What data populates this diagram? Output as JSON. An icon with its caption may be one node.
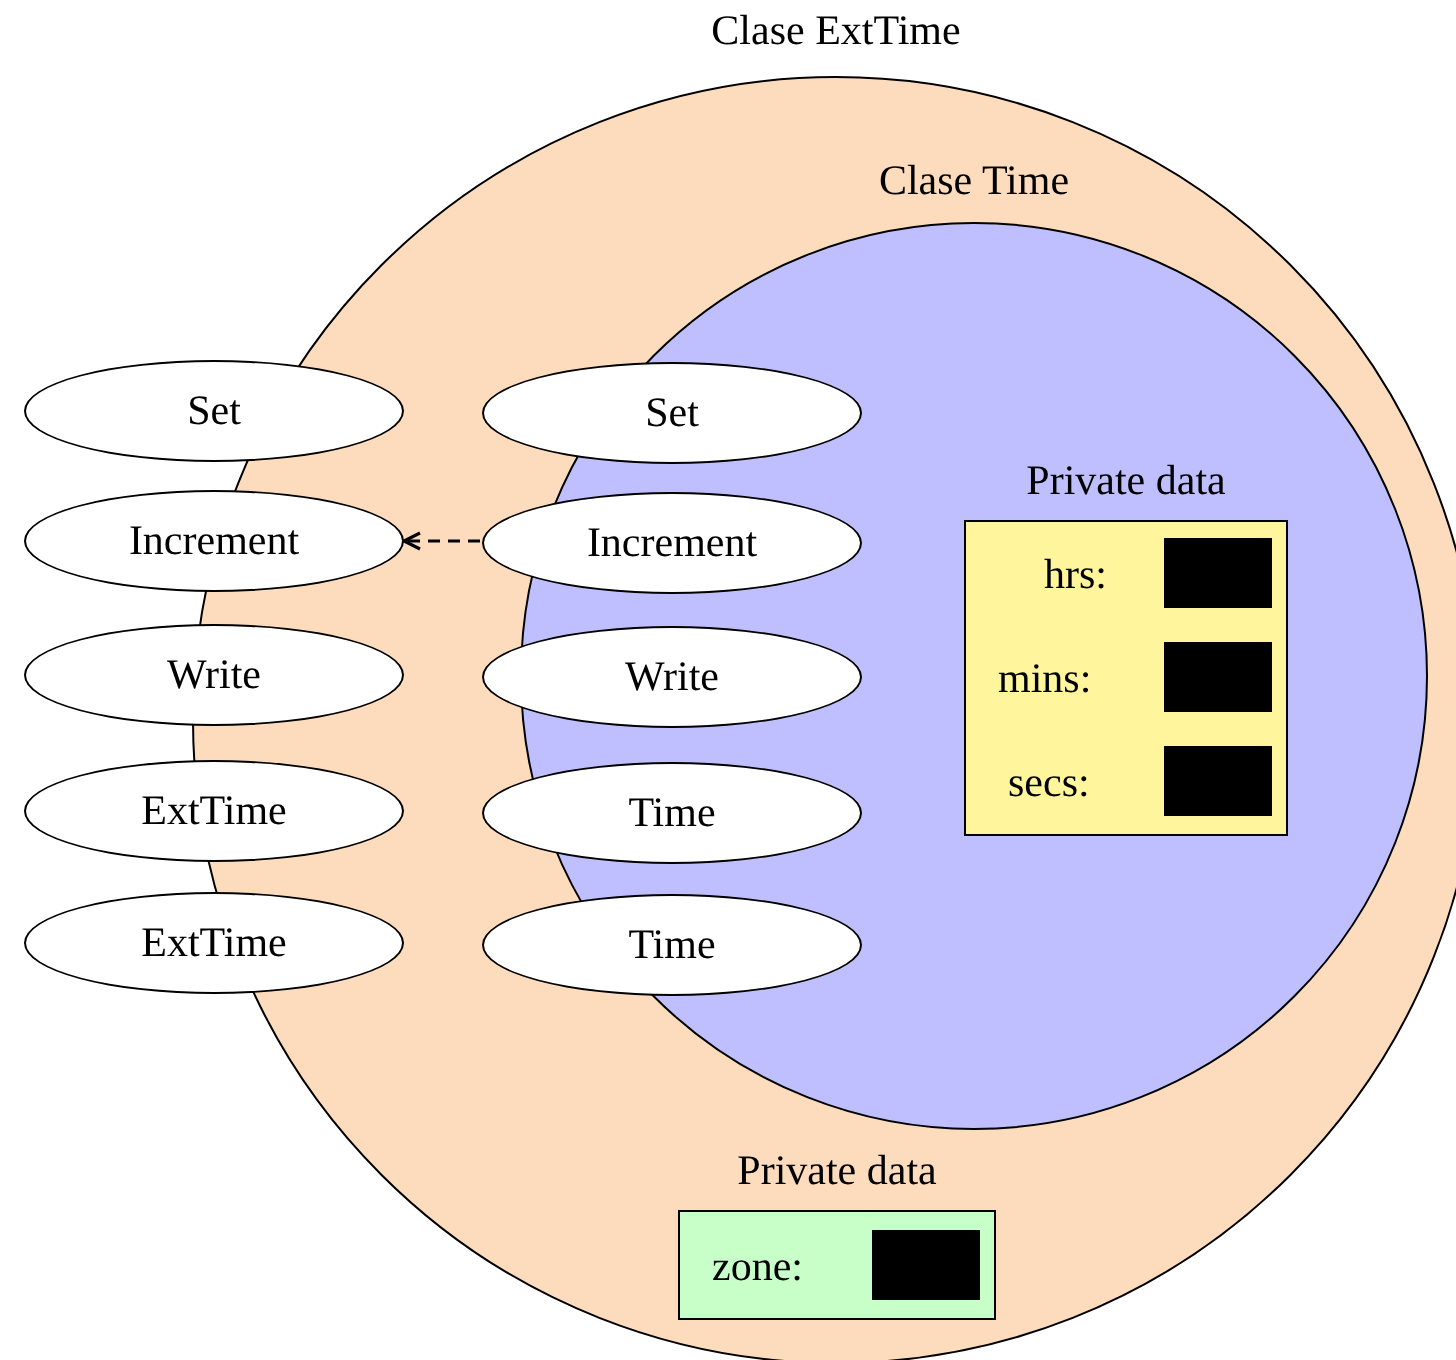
{
  "diagram": {
    "nodes": [
      {
        "text": [
          "Clase ExtTime"
        ]
      },
      {
        "text": [
          "Clase Time"
        ],
        "in": 0
      },
      {
        "text": [
          "Private data"
        ],
        "in": 1
      },
      {
        "text": [
          "Private data"
        ],
        "in": 0
      },
      {
        "text": [
          "Set"
        ]
      },
      {
        "text": [
          "Set"
        ],
        "in": 0
      },
      {
        "text": [
          "Increment"
        ]
      },
      {
        "text": [
          "Increment"
        ],
        "in": 0
      },
      {
        "text": [
          "Write"
        ]
      },
      {
        "text": [
          "Write"
        ],
        "in": 0
      },
      {
        "text": [
          "ExtTime"
        ]
      },
      {
        "text": [
          "Time"
        ],
        "in": 0
      },
      {
        "text": [
          "ExtTime"
        ]
      },
      {
        "text": [
          "Time"
        ],
        "in": 0
      }
    ],
    "edges": [
      {
        "from": 7,
        "to": 6,
        "arrow": "to",
        "style": "dashed"
      }
    ],
    "labels": [
      "hrs:",
      "mins:",
      "secs:",
      "zone:"
    ]
  }
}
